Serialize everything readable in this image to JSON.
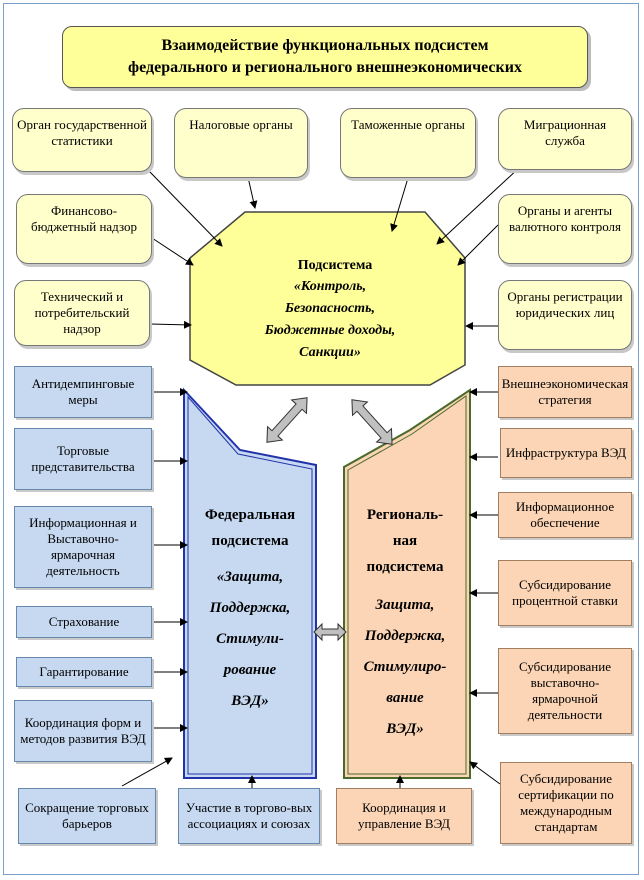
{
  "title": {
    "line1": "Взаимодействие функциональных подсистем",
    "line2": "федерального и регионального внешнеэкономических"
  },
  "top_boxes": [
    {
      "text": "Орган государственной статистики"
    },
    {
      "text": "Налоговые органы"
    },
    {
      "text": "Таможенные органы"
    },
    {
      "text": "Миграционная служба"
    },
    {
      "text": "Финансово-бюджетный надзор"
    },
    {
      "text": "Органы и агенты валютного контроля"
    },
    {
      "text": "Технический и потребительский надзор"
    },
    {
      "text": "Органы регистрации юридических лиц"
    }
  ],
  "control_subsystem": {
    "title": "Подсистема",
    "body": "«Контроль, Безопасность, Бюджетные доходы, Санкции»"
  },
  "federal_subsystem": {
    "title_lines": [
      "Федеральная",
      "подсистема"
    ],
    "body_lines": [
      "«Защита,",
      "Поддержка,",
      "Стимули-",
      "рование",
      "ВЭД»"
    ]
  },
  "regional_subsystem": {
    "title_lines": [
      "Региональ-",
      "ная",
      "подсистема"
    ],
    "body_lines": [
      "Защита,",
      "Поддержка,",
      "Стимулиро-",
      "вание",
      "ВЭД»"
    ]
  },
  "federal_boxes": [
    {
      "text": "Антидемпинговые меры"
    },
    {
      "text": "Торговые представительства"
    },
    {
      "text": "Информационная и Выставочно-ярмарочная деятельность"
    },
    {
      "text": "Страхование"
    },
    {
      "text": "Гарантирование"
    },
    {
      "text": "Координация форм и методов развития ВЭД"
    },
    {
      "text": "Сокращение торговых барьеров"
    },
    {
      "text": "Участие в торгово-вых ассоциациях и союзах"
    }
  ],
  "regional_boxes": [
    {
      "text": "Внешнеэкономическая стратегия"
    },
    {
      "text": "Инфраструктура ВЭД"
    },
    {
      "text": "Информационное обеспечение"
    },
    {
      "text": "Субсидирование процентной ставки"
    },
    {
      "text": "Субсидирование выставочно-ярмарочной деятельности"
    },
    {
      "text": "Координация и управление ВЭД"
    },
    {
      "text": "Субсидирование сертификации по международным стандартам"
    }
  ],
  "colors": {
    "yellow_fill": "#ffff99",
    "light_yellow": "#ffffcc",
    "blue_fill": "#c6d9f1",
    "orange_fill": "#fbd5b5",
    "arrow_gray": "#c0c0c0"
  }
}
